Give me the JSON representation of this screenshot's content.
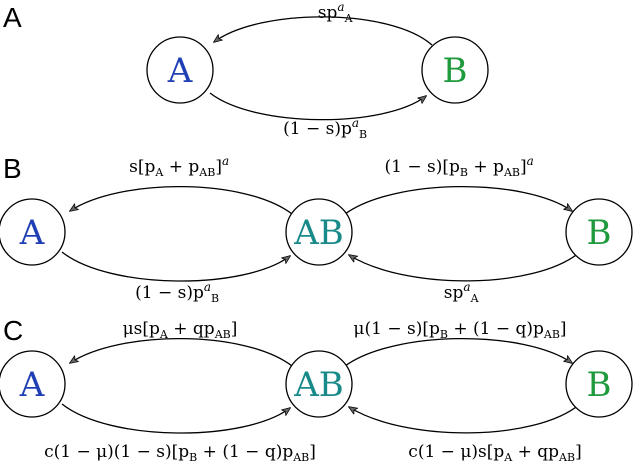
{
  "colors": {
    "A": "#1f3fb4",
    "B": "#1e9a3c",
    "AB": "#198a8a"
  },
  "panels": [
    {
      "letter": "A",
      "nodes": {
        "A": "A",
        "B": "B"
      },
      "rates": {
        "top": [
          "s",
          "p",
          "a",
          "A"
        ],
        "bottom": [
          "(1 − s)",
          "p",
          "a",
          "B"
        ]
      }
    },
    {
      "letter": "B",
      "nodes": {
        "A": "A",
        "AB": "AB",
        "B": "B"
      },
      "rates": {
        "top_left": [
          "s[p",
          "A",
          " + p",
          "AB",
          "]",
          "a"
        ],
        "top_right": [
          "(1 − s)[p",
          "B",
          " + p",
          "AB",
          "]",
          "a"
        ],
        "bottom_left": [
          "(1 − s)",
          "p",
          "a",
          "B"
        ],
        "bottom_right": [
          "s",
          "p",
          "a",
          "A"
        ]
      }
    },
    {
      "letter": "C",
      "nodes": {
        "A": "A",
        "AB": "AB",
        "B": "B"
      },
      "rates": {
        "top_left": [
          "μs[p",
          "A",
          " + qp",
          "AB",
          "]"
        ],
        "top_right": [
          "μ(1 − s)[p",
          "B",
          " + (1 − q)p",
          "AB",
          "]"
        ],
        "bottom_left": [
          "c(1 − μ)(1 − s)[p",
          "B",
          " + (1 − q)p",
          "AB",
          "]"
        ],
        "bottom_right": [
          "c(1 − μ)s[p",
          "A",
          " + qp",
          "AB",
          "]"
        ]
      }
    }
  ]
}
